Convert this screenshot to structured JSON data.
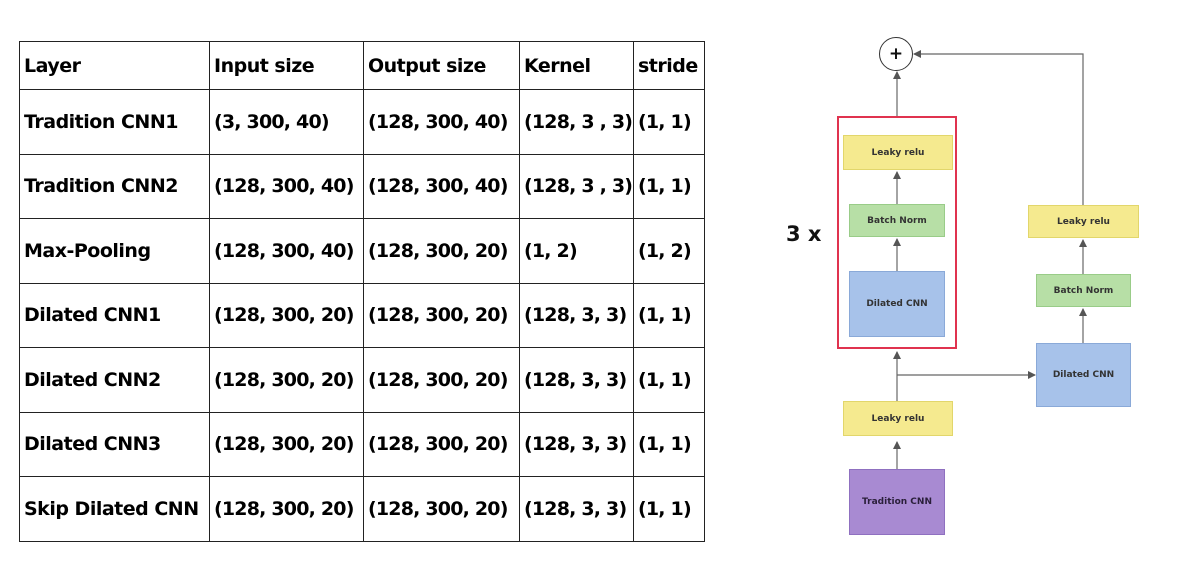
{
  "table": {
    "headers": [
      "Layer",
      "Input size",
      "Output size",
      "Kernel",
      "stride"
    ],
    "rows": [
      [
        "Tradition CNN1",
        "(3, 300, 40)",
        "(128, 300, 40)",
        "(128, 3 , 3)",
        "(1, 1)"
      ],
      [
        "Tradition CNN2",
        "(128, 300, 40)",
        "(128, 300, 40)",
        "(128, 3 , 3)",
        "(1, 1)"
      ],
      [
        "Max-Pooling",
        "(128, 300, 40)",
        "(128, 300, 20)",
        "(1, 2)",
        "(1, 2)"
      ],
      [
        "Dilated CNN1",
        "(128, 300, 20)",
        "(128, 300, 20)",
        "(128, 3, 3)",
        "(1, 1)"
      ],
      [
        "Dilated CNN2",
        "(128, 300, 20)",
        "(128, 300, 20)",
        "(128, 3, 3)",
        "(1, 1)"
      ],
      [
        "Dilated CNN3",
        "(128, 300, 20)",
        "(128, 300, 20)",
        "(128, 3, 3)",
        "(1, 1)"
      ],
      [
        "Skip Dilated CNN",
        "(128, 300, 20)",
        "(128, 300, 20)",
        "(128, 3, 3)",
        "(1, 1)"
      ]
    ]
  },
  "diagram": {
    "repeat_label": "3 x",
    "sum_symbol": "+",
    "main_branch": {
      "input": "Tradition CNN",
      "pre_activation": "Leaky relu",
      "block": [
        "Dilated CNN",
        "Batch Norm",
        "Leaky relu"
      ]
    },
    "skip_branch": [
      "Dilated CNN",
      "Batch Norm",
      "Leaky relu"
    ]
  },
  "colors": {
    "activation": "#f5ea8f",
    "batch_norm": "#b7dfa6",
    "dilated_cnn": "#a7c2ea",
    "tradition_cnn": "#a88ad2",
    "repeat_box": "#e0334f"
  }
}
